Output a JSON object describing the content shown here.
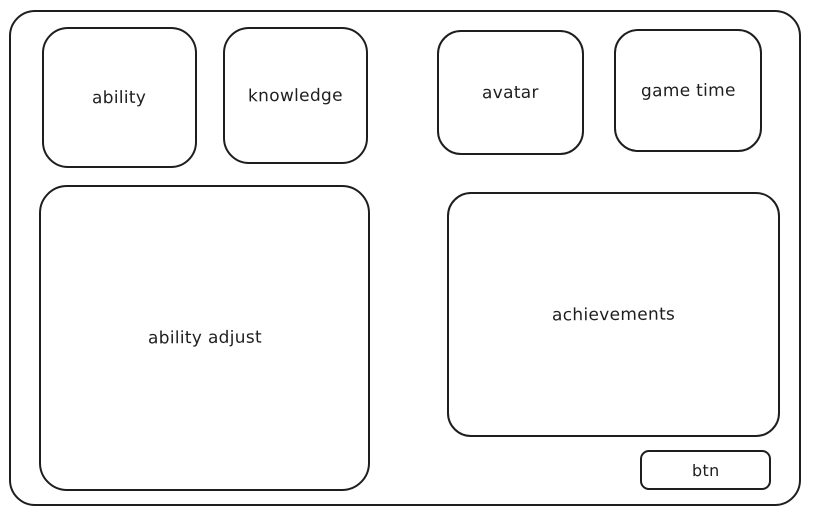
{
  "panels": {
    "ability": "ability",
    "knowledge": "knowledge",
    "avatar": "avatar",
    "game_time": "game time",
    "ability_adjust": "ability adjust",
    "achievements": "achievements"
  },
  "actions": {
    "btn_label": "btn"
  }
}
